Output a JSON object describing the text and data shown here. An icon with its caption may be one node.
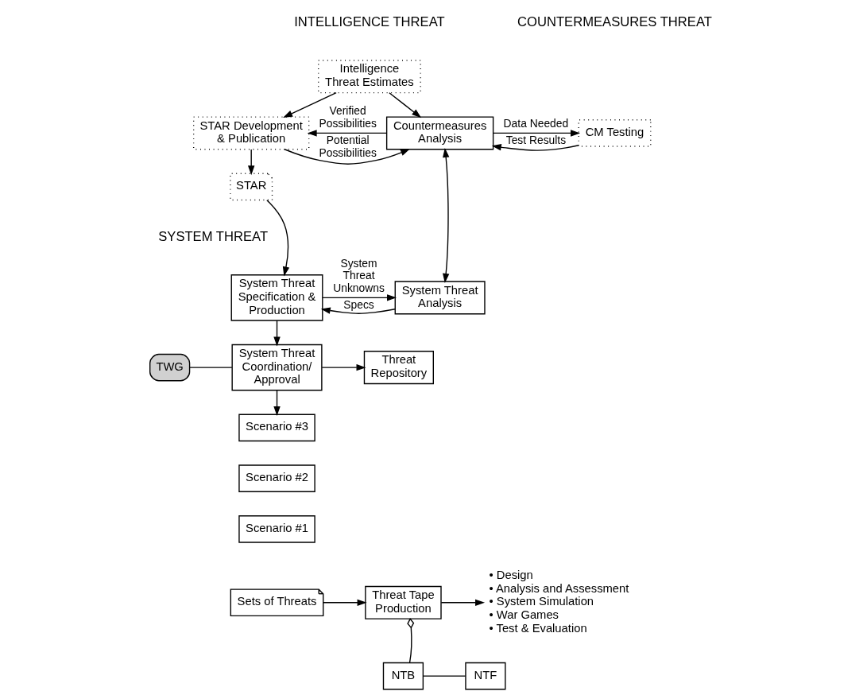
{
  "diagram": {
    "nodes": [
      {
        "text": [
          "Intelligence Threat Estimates"
        ]
      },
      {
        "text": [
          "STAR Development & Publication"
        ]
      },
      {
        "text": [
          "STAR"
        ]
      },
      {
        "text": [
          "Countermeasures Analysis"
        ]
      },
      {
        "text": [
          "CM Testing"
        ]
      },
      {
        "text": [
          "System Threat Specification & Production"
        ]
      },
      {
        "text": [
          "System Threat Analysis"
        ]
      },
      {
        "text": [
          "TWG"
        ]
      },
      {
        "text": [
          "System Threat Coordination/ Approval"
        ]
      },
      {
        "text": [
          "Threat Repository"
        ]
      },
      {
        "text": [
          "Scenario #3"
        ]
      },
      {
        "text": [
          "Scenario #2"
        ]
      },
      {
        "text": [
          "Scenario #1"
        ]
      },
      {
        "text": [
          "Sets of Threats"
        ]
      },
      {
        "text": [
          "Threat Tape Production"
        ]
      },
      {
        "text": [
          "NTB"
        ]
      },
      {
        "text": [
          "NTF"
        ]
      },
      {
        "text": [
          "• Design",
          "• Analysis and Assessment",
          "• System Simulation",
          "• War Games",
          "• Test & Evaluation"
        ]
      }
    ],
    "edges": [
      {
        "from": 0,
        "to": 1,
        "arrow": "to"
      },
      {
        "from": 0,
        "to": 3,
        "arrow": "to"
      },
      {
        "from": 3,
        "to": 1,
        "arrow": "to",
        "label": "Verified Possibilities"
      },
      {
        "from": 1,
        "to": 3,
        "arrow": "to",
        "label": "Potential Possibilities"
      },
      {
        "from": 4,
        "to": 3,
        "arrow": "to",
        "label": "Test Results"
      },
      {
        "from": 3,
        "to": 4,
        "arrow": "to",
        "label": "Data Needed"
      },
      {
        "from": 1,
        "to": 2,
        "arrow": "to"
      },
      {
        "from": 2,
        "to": 5,
        "arrow": "to"
      },
      {
        "from": 6,
        "to": 3,
        "arrow": "both"
      },
      {
        "from": 6,
        "to": 5,
        "arrow": "to",
        "label": "Specs"
      },
      {
        "from": 5,
        "to": 6,
        "arrow": "to",
        "label": "System Threat Unknowns"
      },
      {
        "from": 5,
        "to": 8,
        "arrow": "to"
      },
      {
        "from": 7,
        "to": 8,
        "arrow": "none"
      },
      {
        "from": 8,
        "to": 9,
        "arrow": "to"
      },
      {
        "from": 8,
        "to": 10,
        "arrow": "to"
      },
      {
        "from": 13,
        "to": 14,
        "arrow": "to"
      },
      {
        "from": 15,
        "to": 14,
        "arrow": "other"
      },
      {
        "from": 15,
        "to": 16,
        "arrow": "none"
      },
      {
        "from": 14,
        "to": 17,
        "arrow": "to"
      }
    ],
    "labels": [
      "INTELLIGENCE THREAT",
      "COUNTERMEASURES THREAT",
      "SYSTEM THREAT"
    ]
  }
}
